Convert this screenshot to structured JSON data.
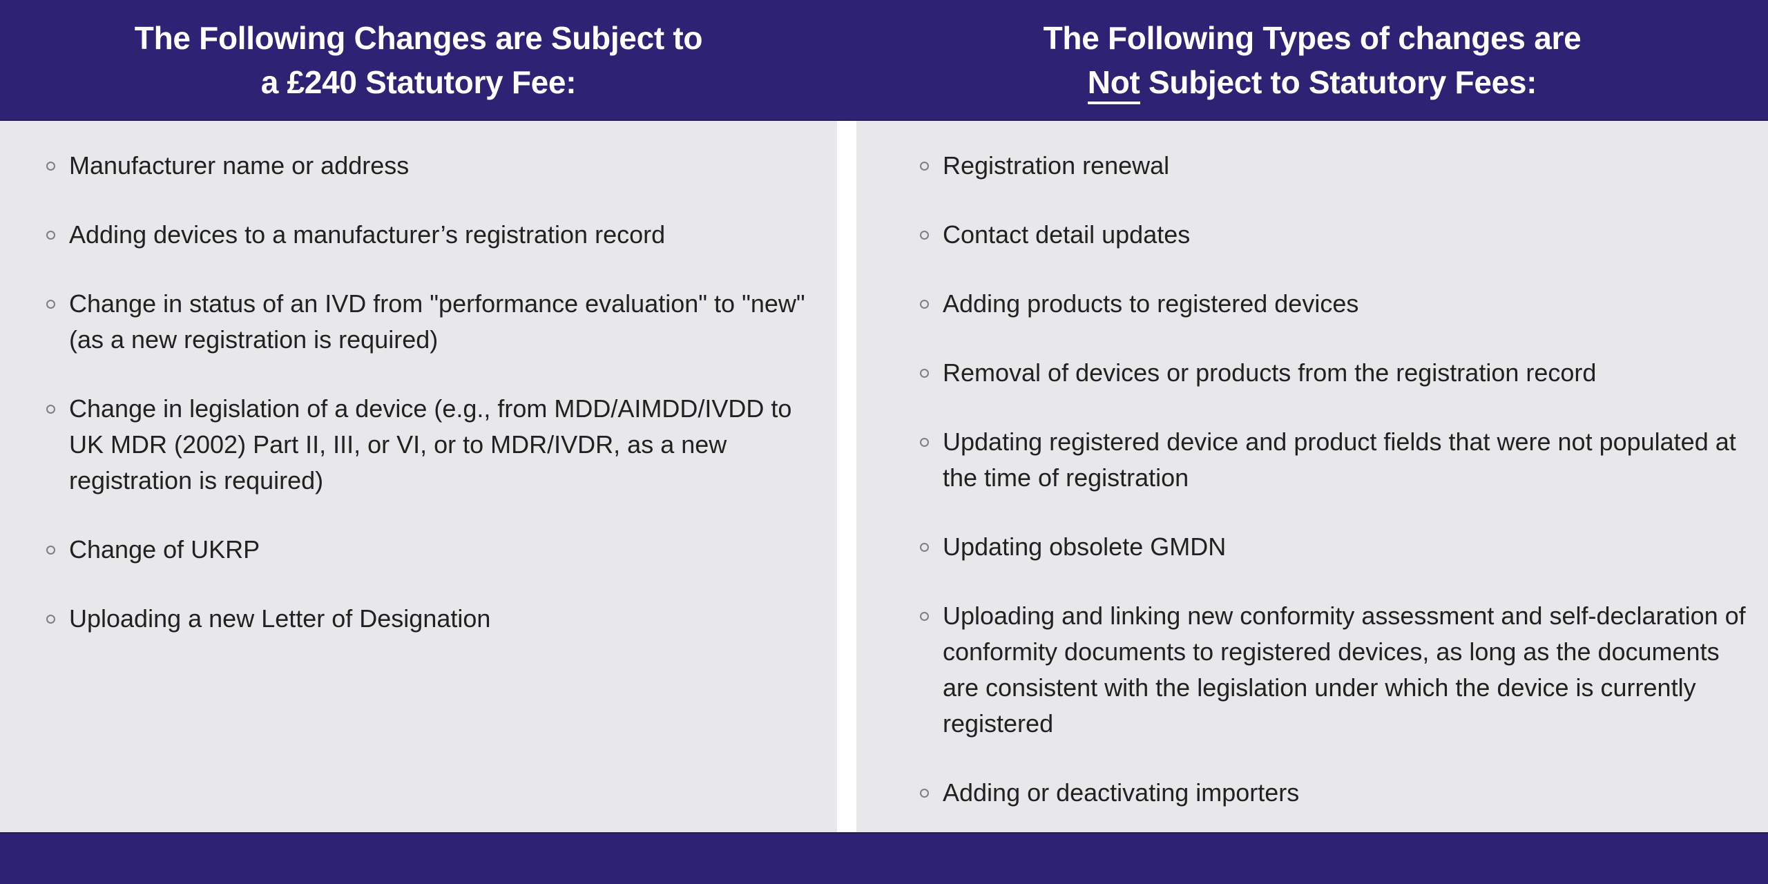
{
  "colors": {
    "accent_navy": "#2e2274",
    "panel_gray": "#e8e7e9",
    "divider_white": "#ffffff",
    "body_text": "#212121",
    "bullet_outline": "#7f7f82",
    "header_text": "#ffffff"
  },
  "left_panel": {
    "header": {
      "line1": "The Following Changes are Subject to",
      "line2": "a £240 Statutory Fee:"
    },
    "items": [
      "Manufacturer name or address",
      "Adding devices to a manufacturer’s registration record",
      "Change in status of an IVD from \"performance evaluation\" to \"new\" (as a new registration is required)",
      "Change in legislation of a device (e.g., from MDD/AIMDD/IVDD to UK MDR (2002) Part II, III, or VI, or to MDR/IVDR, as a new registration is required)",
      "Change of UKRP",
      "Uploading a new Letter of Designation"
    ]
  },
  "right_panel": {
    "header": {
      "line1": "The Following Types of changes are",
      "line2_underlined": "Not",
      "line2_rest": " Subject to Statutory Fees:"
    },
    "items": [
      "Registration renewal",
      "Contact detail updates",
      "Adding products to registered devices",
      "Removal of devices or products from the registration record",
      "Updating registered device and product fields that were not populated at the time of registration",
      "Updating obsolete GMDN",
      "Uploading and linking new conformity assessment and self-declaration of conformity documents to registered devices, as long as the documents are consistent with the legislation under which the device is currently registered",
      "Adding or deactivating importers"
    ]
  }
}
